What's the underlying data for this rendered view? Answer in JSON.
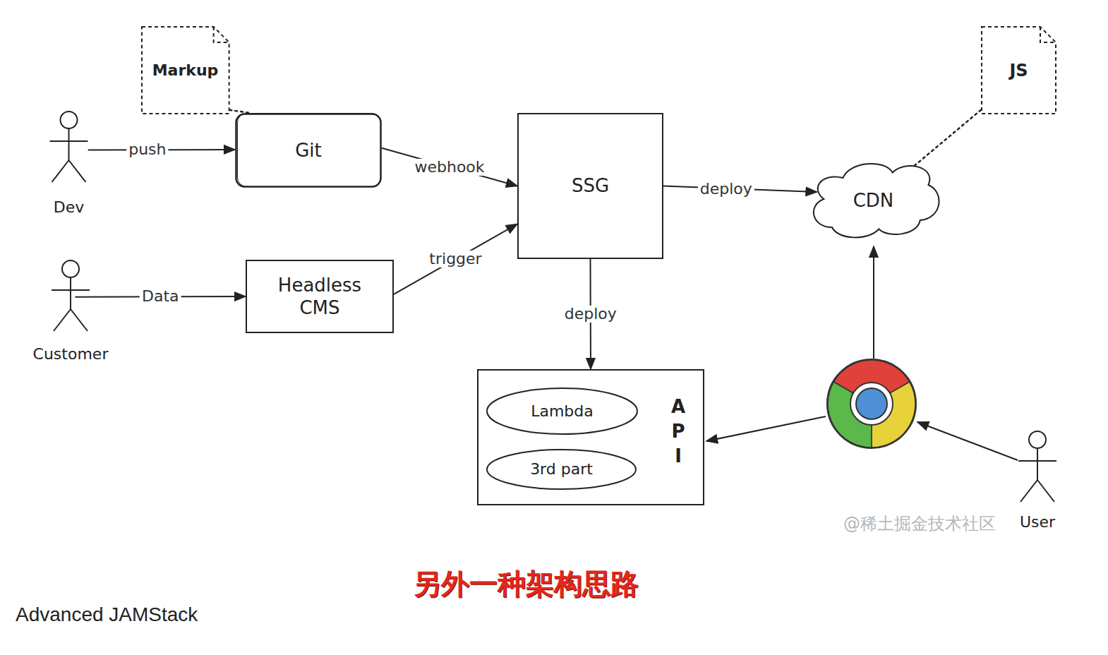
{
  "diagram": {
    "caption": "Advanced JAMStack",
    "nodes": [
      {
        "text": [
          "Markup"
        ]
      },
      {
        "text": [
          "Dev"
        ]
      },
      {
        "text": [
          "Git"
        ]
      },
      {
        "text": [
          "SSG"
        ]
      },
      {
        "text": [
          "CDN"
        ]
      },
      {
        "text": [
          "JS"
        ]
      },
      {
        "text": [
          "Customer"
        ]
      },
      {
        "text": [
          "Headless CMS"
        ]
      },
      {
        "text": [
          "API"
        ]
      },
      {
        "text": [
          "Lambda"
        ],
        "in": 8
      },
      {
        "text": [
          "3rd part"
        ],
        "in": 8
      },
      {
        "text": [
          "User"
        ]
      }
    ],
    "edges": [
      {
        "from": 1,
        "to": 2,
        "label": "push",
        "arrow": "to"
      },
      {
        "from": 2,
        "to": 3,
        "label": "webhook",
        "arrow": "to"
      },
      {
        "from": 6,
        "to": 7,
        "label": "Data",
        "arrow": "to"
      },
      {
        "from": 7,
        "to": 3,
        "label": "trigger",
        "arrow": "to"
      },
      {
        "from": 3,
        "to": 4,
        "label": "deploy",
        "arrow": "to"
      },
      {
        "from": 3,
        "to": 8,
        "label": "deploy",
        "arrow": "to"
      },
      {
        "from": 0,
        "to": 2,
        "arrow": "none"
      },
      {
        "from": 5,
        "to": 4,
        "arrow": "none"
      }
    ],
    "labels": [
      "@稀土掘金技术社区",
      "另外一种架构思路"
    ]
  }
}
